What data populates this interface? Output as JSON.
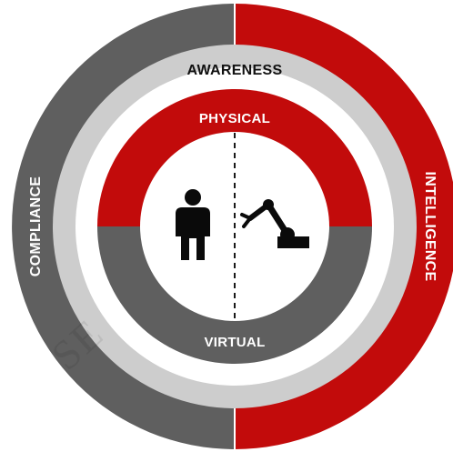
{
  "diagram": {
    "rings": {
      "outer": {
        "left_label": "COMPLIANCE",
        "right_label": "INTELLIGENCE"
      },
      "middle": {
        "label": "AWARENESS"
      },
      "inner": {
        "top_label": "PHYSICAL",
        "bottom_label": "VIRTUAL"
      }
    },
    "center": {
      "left_icon": "person-icon",
      "right_icon": "robot-arm-icon"
    },
    "watermark": "SE"
  },
  "colors": {
    "red": "#c20b0b",
    "dark_gray": "#5f5f5f",
    "light_gray": "#cdcdcd",
    "white": "#ffffff",
    "black": "#0a0a0a"
  }
}
